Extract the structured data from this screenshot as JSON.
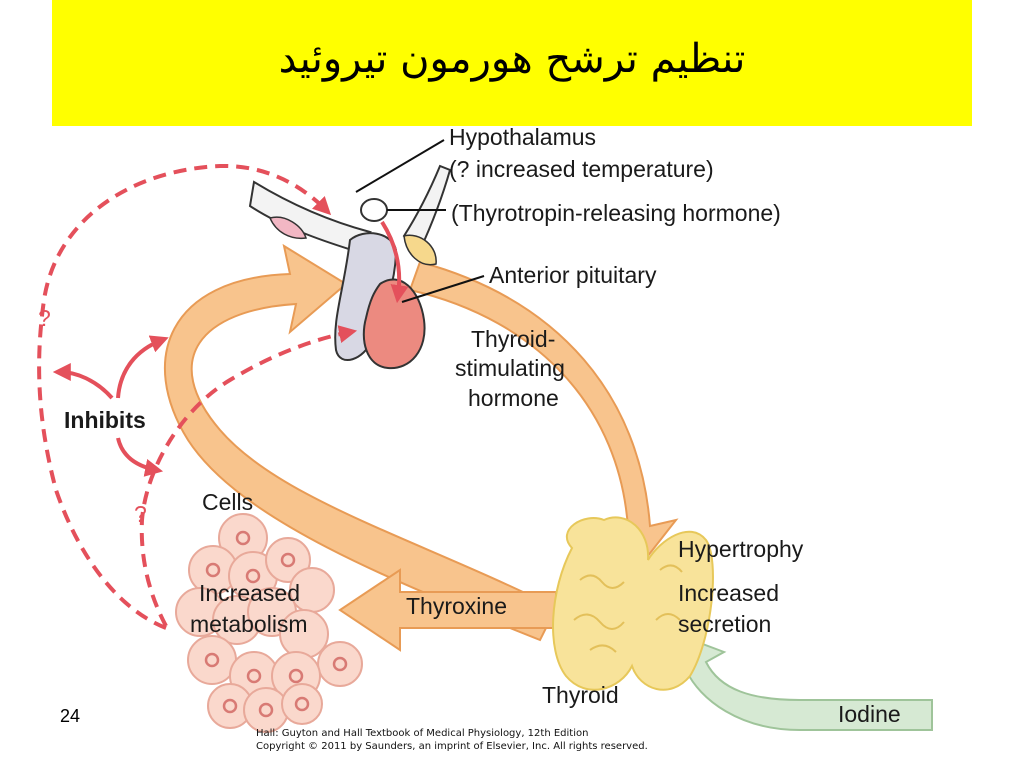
{
  "title": "تنظيم ترشح هورمون تيروئيد",
  "labels": {
    "hypothalamus": "Hypothalamus",
    "increased_temperature": "(? increased temperature)",
    "trh": "(Thyrotropin-releasing hormone)",
    "anterior_pituitary": "Anterior pituitary",
    "tsh_line1": "Thyroid-",
    "tsh_line2": "stimulating",
    "tsh_line3": "hormone",
    "inhibits": "Inhibits",
    "question_mark": "?",
    "cells": "Cells",
    "increased_metabolism_line1": "Increased",
    "increased_metabolism_line2": "metabolism",
    "thyroxine": "Thyroxine",
    "hypertrophy": "Hypertrophy",
    "increased_secretion_line1": "Increased",
    "increased_secretion_line2": "secretion",
    "thyroid": "Thyroid",
    "iodine": "Iodine"
  },
  "page_number": "24",
  "credit": {
    "line1": "Hall: Guyton and Hall Textbook of Medical Physiology, 12th Edition",
    "line2": "Copyright © 2011 by Saunders, an imprint of Elsevier, Inc. All rights reserved."
  },
  "colors": {
    "title_background": "#ffff00",
    "feedback_red": "#e4505b",
    "hormone_arrow": "#f8c48d",
    "iodine_arrow": "#d6e9d3",
    "thyroid_gland": "#f8e39a",
    "cells": "#fad8cc",
    "pituitary_anterior": "#ec8a80"
  }
}
